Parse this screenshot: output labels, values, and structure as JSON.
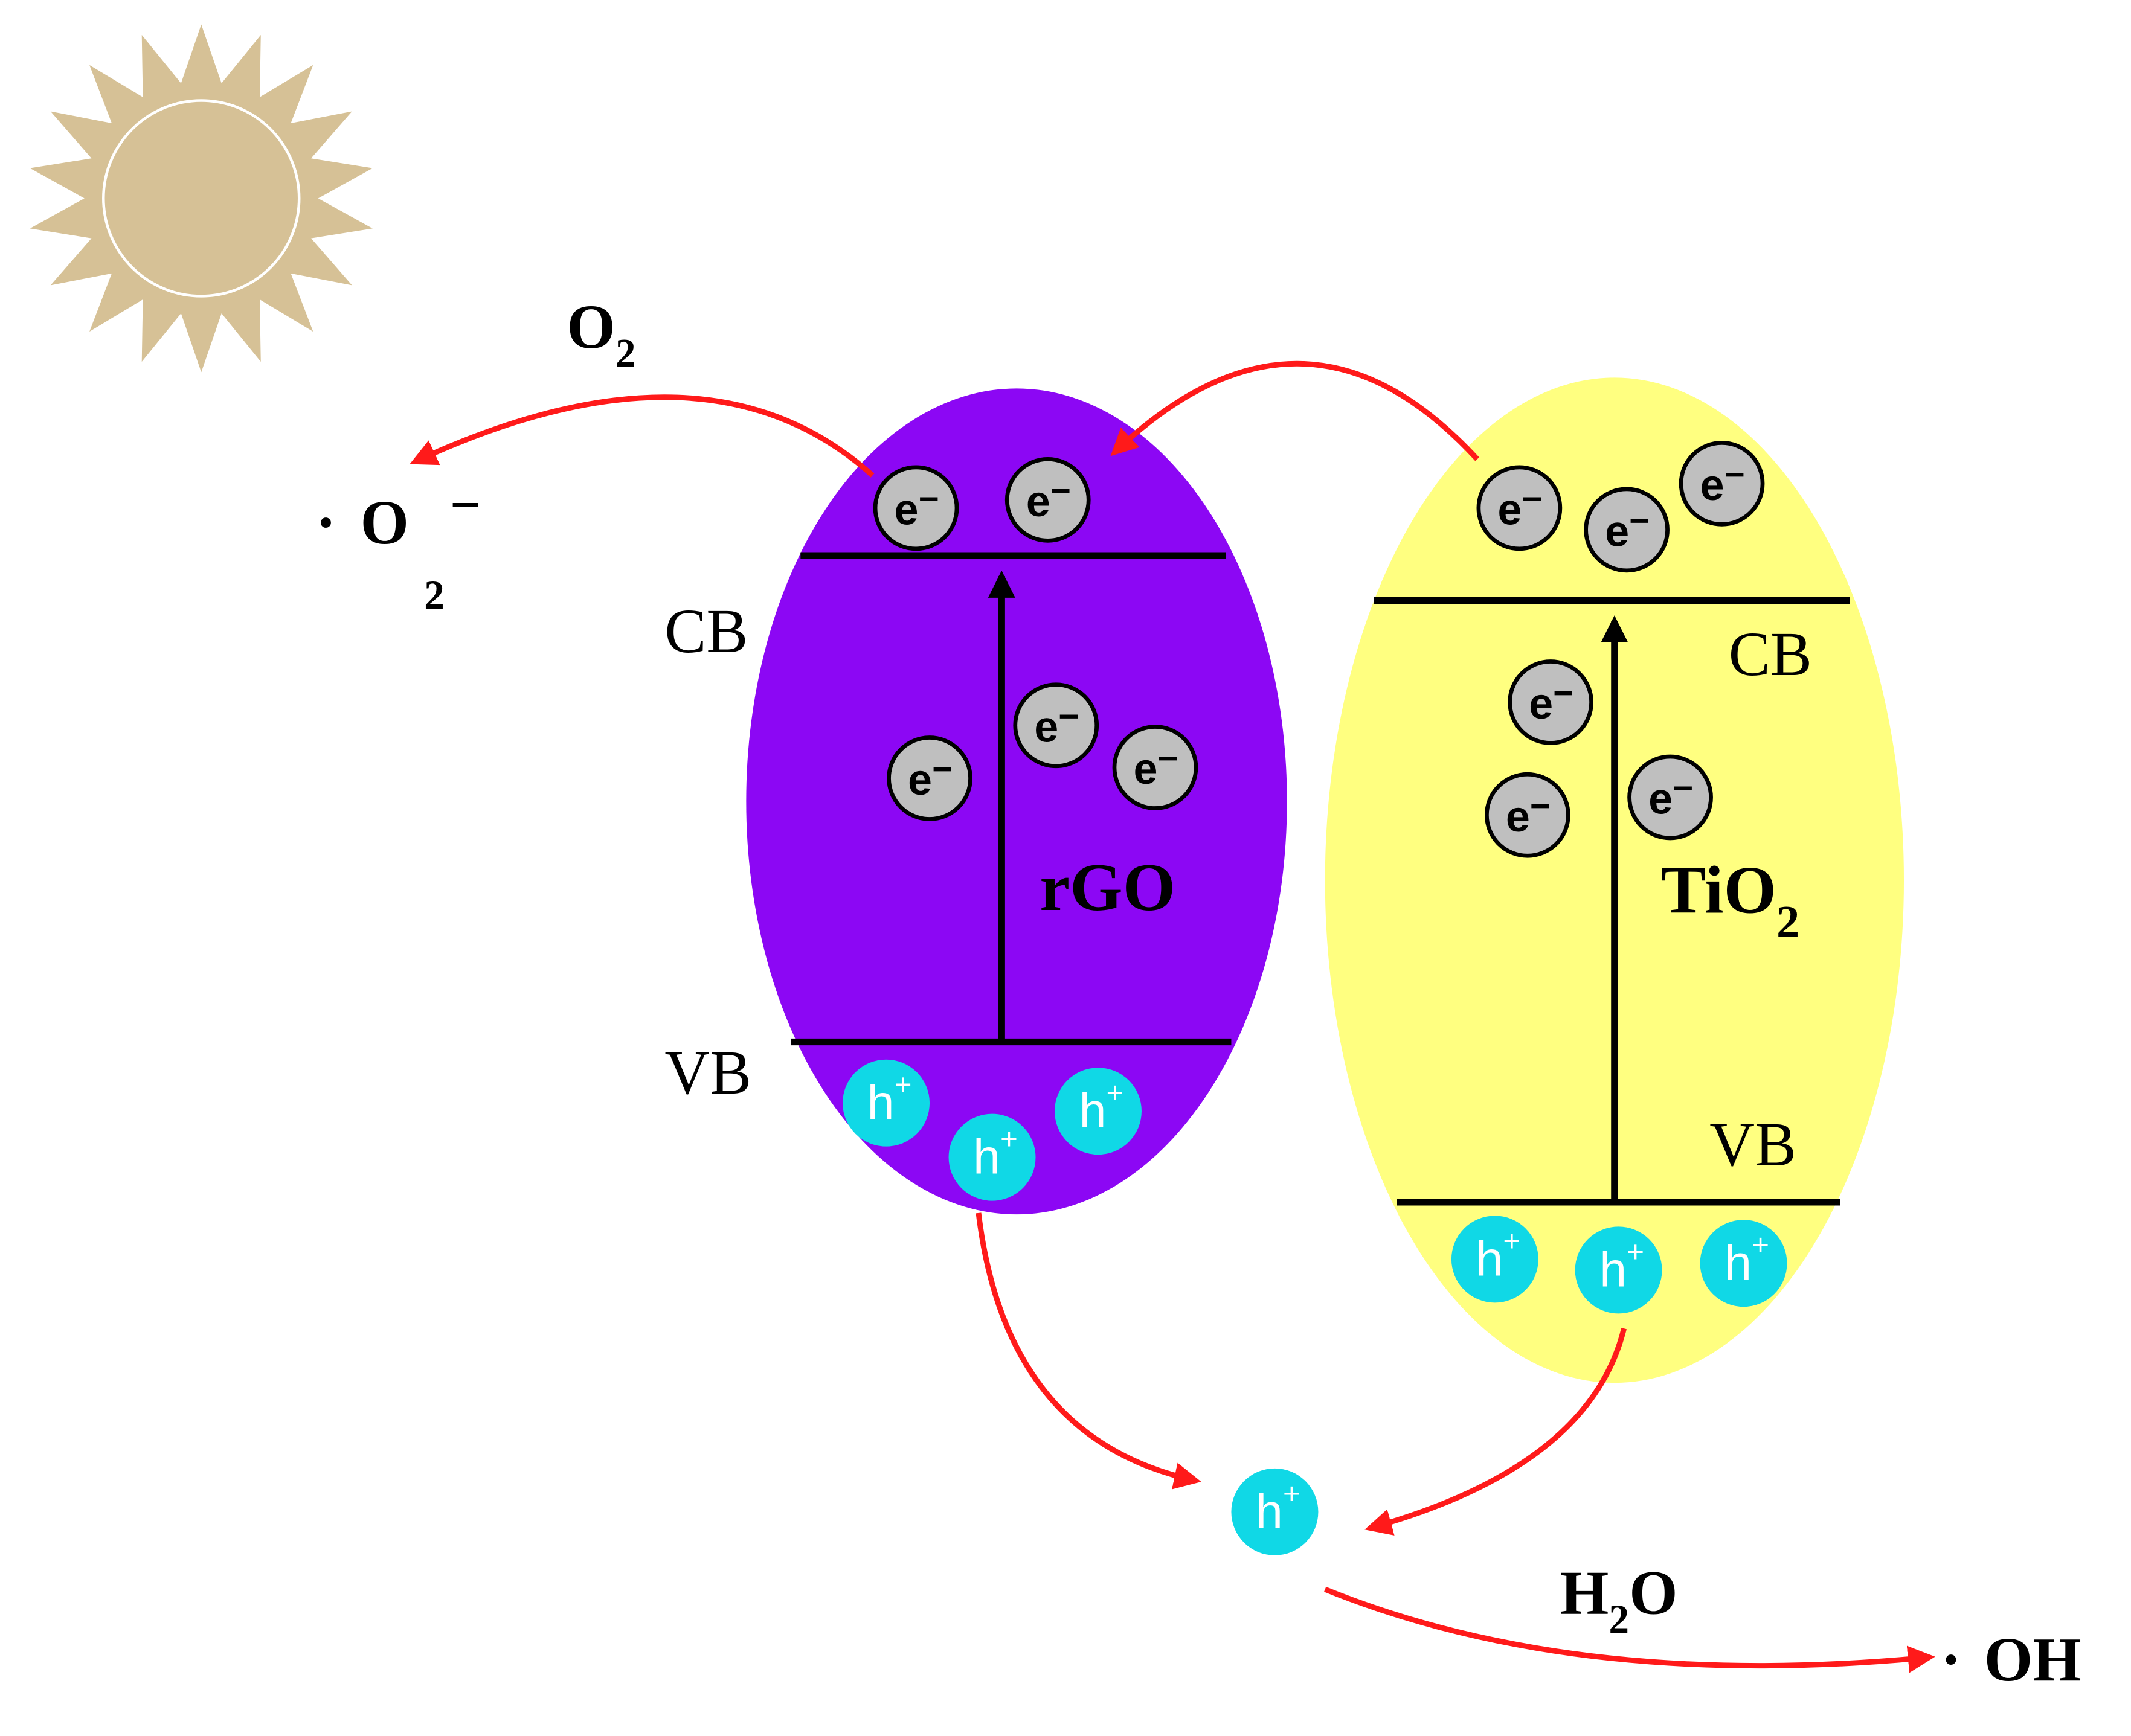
{
  "colors": {
    "sun": "#d6c196",
    "sun_ring": "#ffffff",
    "rgo": "#8c07f4",
    "tio2": "#ffff80",
    "electron": "#bfbfbf",
    "hole": "#10d8e6",
    "arrow_red": "#ff1a1a",
    "line_black": "#000000"
  },
  "icons": {
    "sun": "sun-icon"
  },
  "labels": {
    "o2": "O",
    "o2_sub": "2",
    "superoxide_dot": "·",
    "superoxide": "O",
    "superoxide_sub": "2",
    "superoxide_charge": "−",
    "rgo": "rGO",
    "tio2": "TiO",
    "tio2_sub": "2",
    "cb": "CB",
    "vb": "VB",
    "h2o_h": "H",
    "h2o_sub": "2",
    "h2o_o": "O",
    "oh_dot": "·",
    "oh": "OH"
  },
  "particles": {
    "electron": {
      "base": "e",
      "sup": "−"
    },
    "hole": {
      "base": "h",
      "sup": "+"
    }
  }
}
